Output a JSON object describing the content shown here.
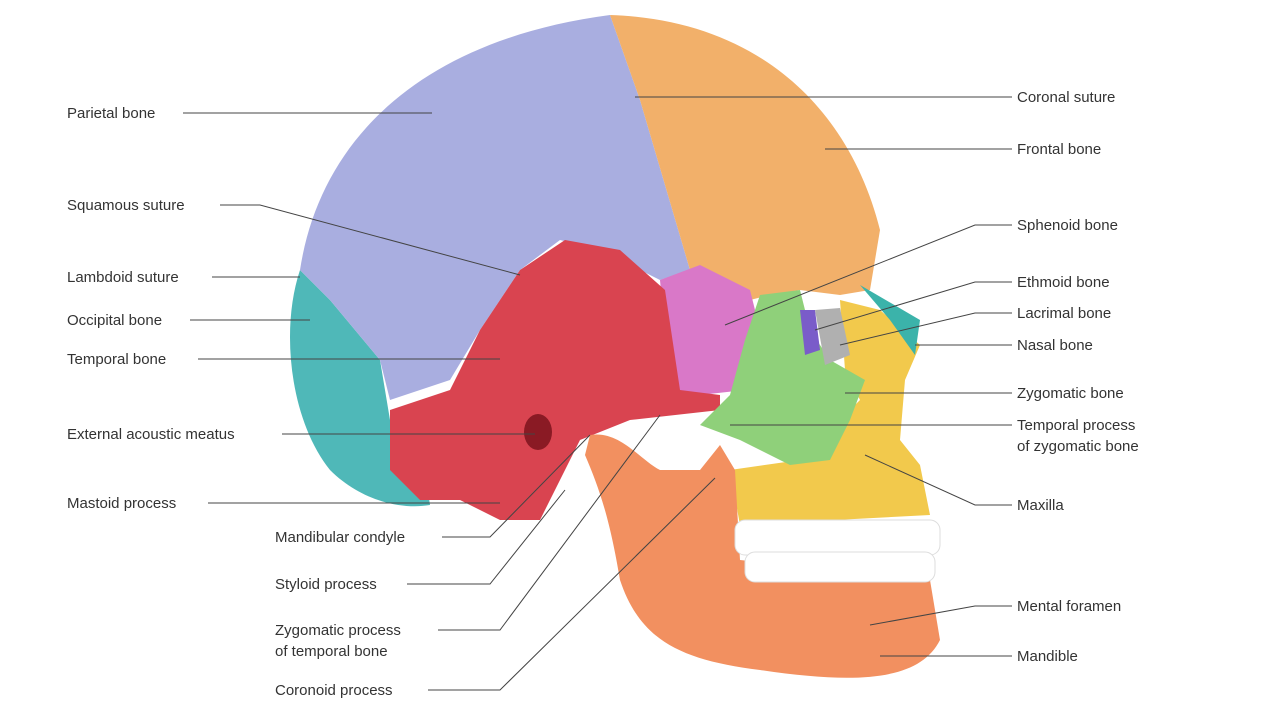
{
  "colors": {
    "parietal": "#a9aee0",
    "frontal": "#f2b06a",
    "temporal": "#d94450",
    "occipital": "#4fb8b8",
    "sphenoid": "#d978c8",
    "zygomatic": "#8fd07a",
    "maxilla": "#f2c94c",
    "mandible": "#f29060",
    "nasal": "#3bb3aa",
    "lacrimal": "#b0b0b0",
    "ethmoid": "#7a5cc9",
    "teeth": "#ffffff"
  },
  "labels": {
    "parietal_bone": "Parietal bone",
    "squamous_suture": "Squamous suture",
    "lambdoid_suture": "Lambdoid suture",
    "occipital_bone": "Occipital bone",
    "temporal_bone": "Temporal bone",
    "external_acoustic_meatus": "External acoustic meatus",
    "mastoid_process": "Mastoid process",
    "mandibular_condyle": "Mandibular condyle",
    "styloid_process": "Styloid process",
    "zygomatic_process_1": "Zygomatic process",
    "zygomatic_process_2": "of temporal bone",
    "coronoid_process": "Coronoid process",
    "coronal_suture": "Coronal suture",
    "frontal_bone": "Frontal bone",
    "sphenoid_bone": "Sphenoid bone",
    "ethmoid_bone": "Ethmoid bone",
    "lacrimal_bone": "Lacrimal bone",
    "nasal_bone": "Nasal bone",
    "zygomatic_bone": "Zygomatic bone",
    "temporal_process_1": "Temporal process",
    "temporal_process_2": "of zygomatic bone",
    "maxilla": "Maxilla",
    "mental_foramen": "Mental foramen",
    "mandible": "Mandible"
  }
}
